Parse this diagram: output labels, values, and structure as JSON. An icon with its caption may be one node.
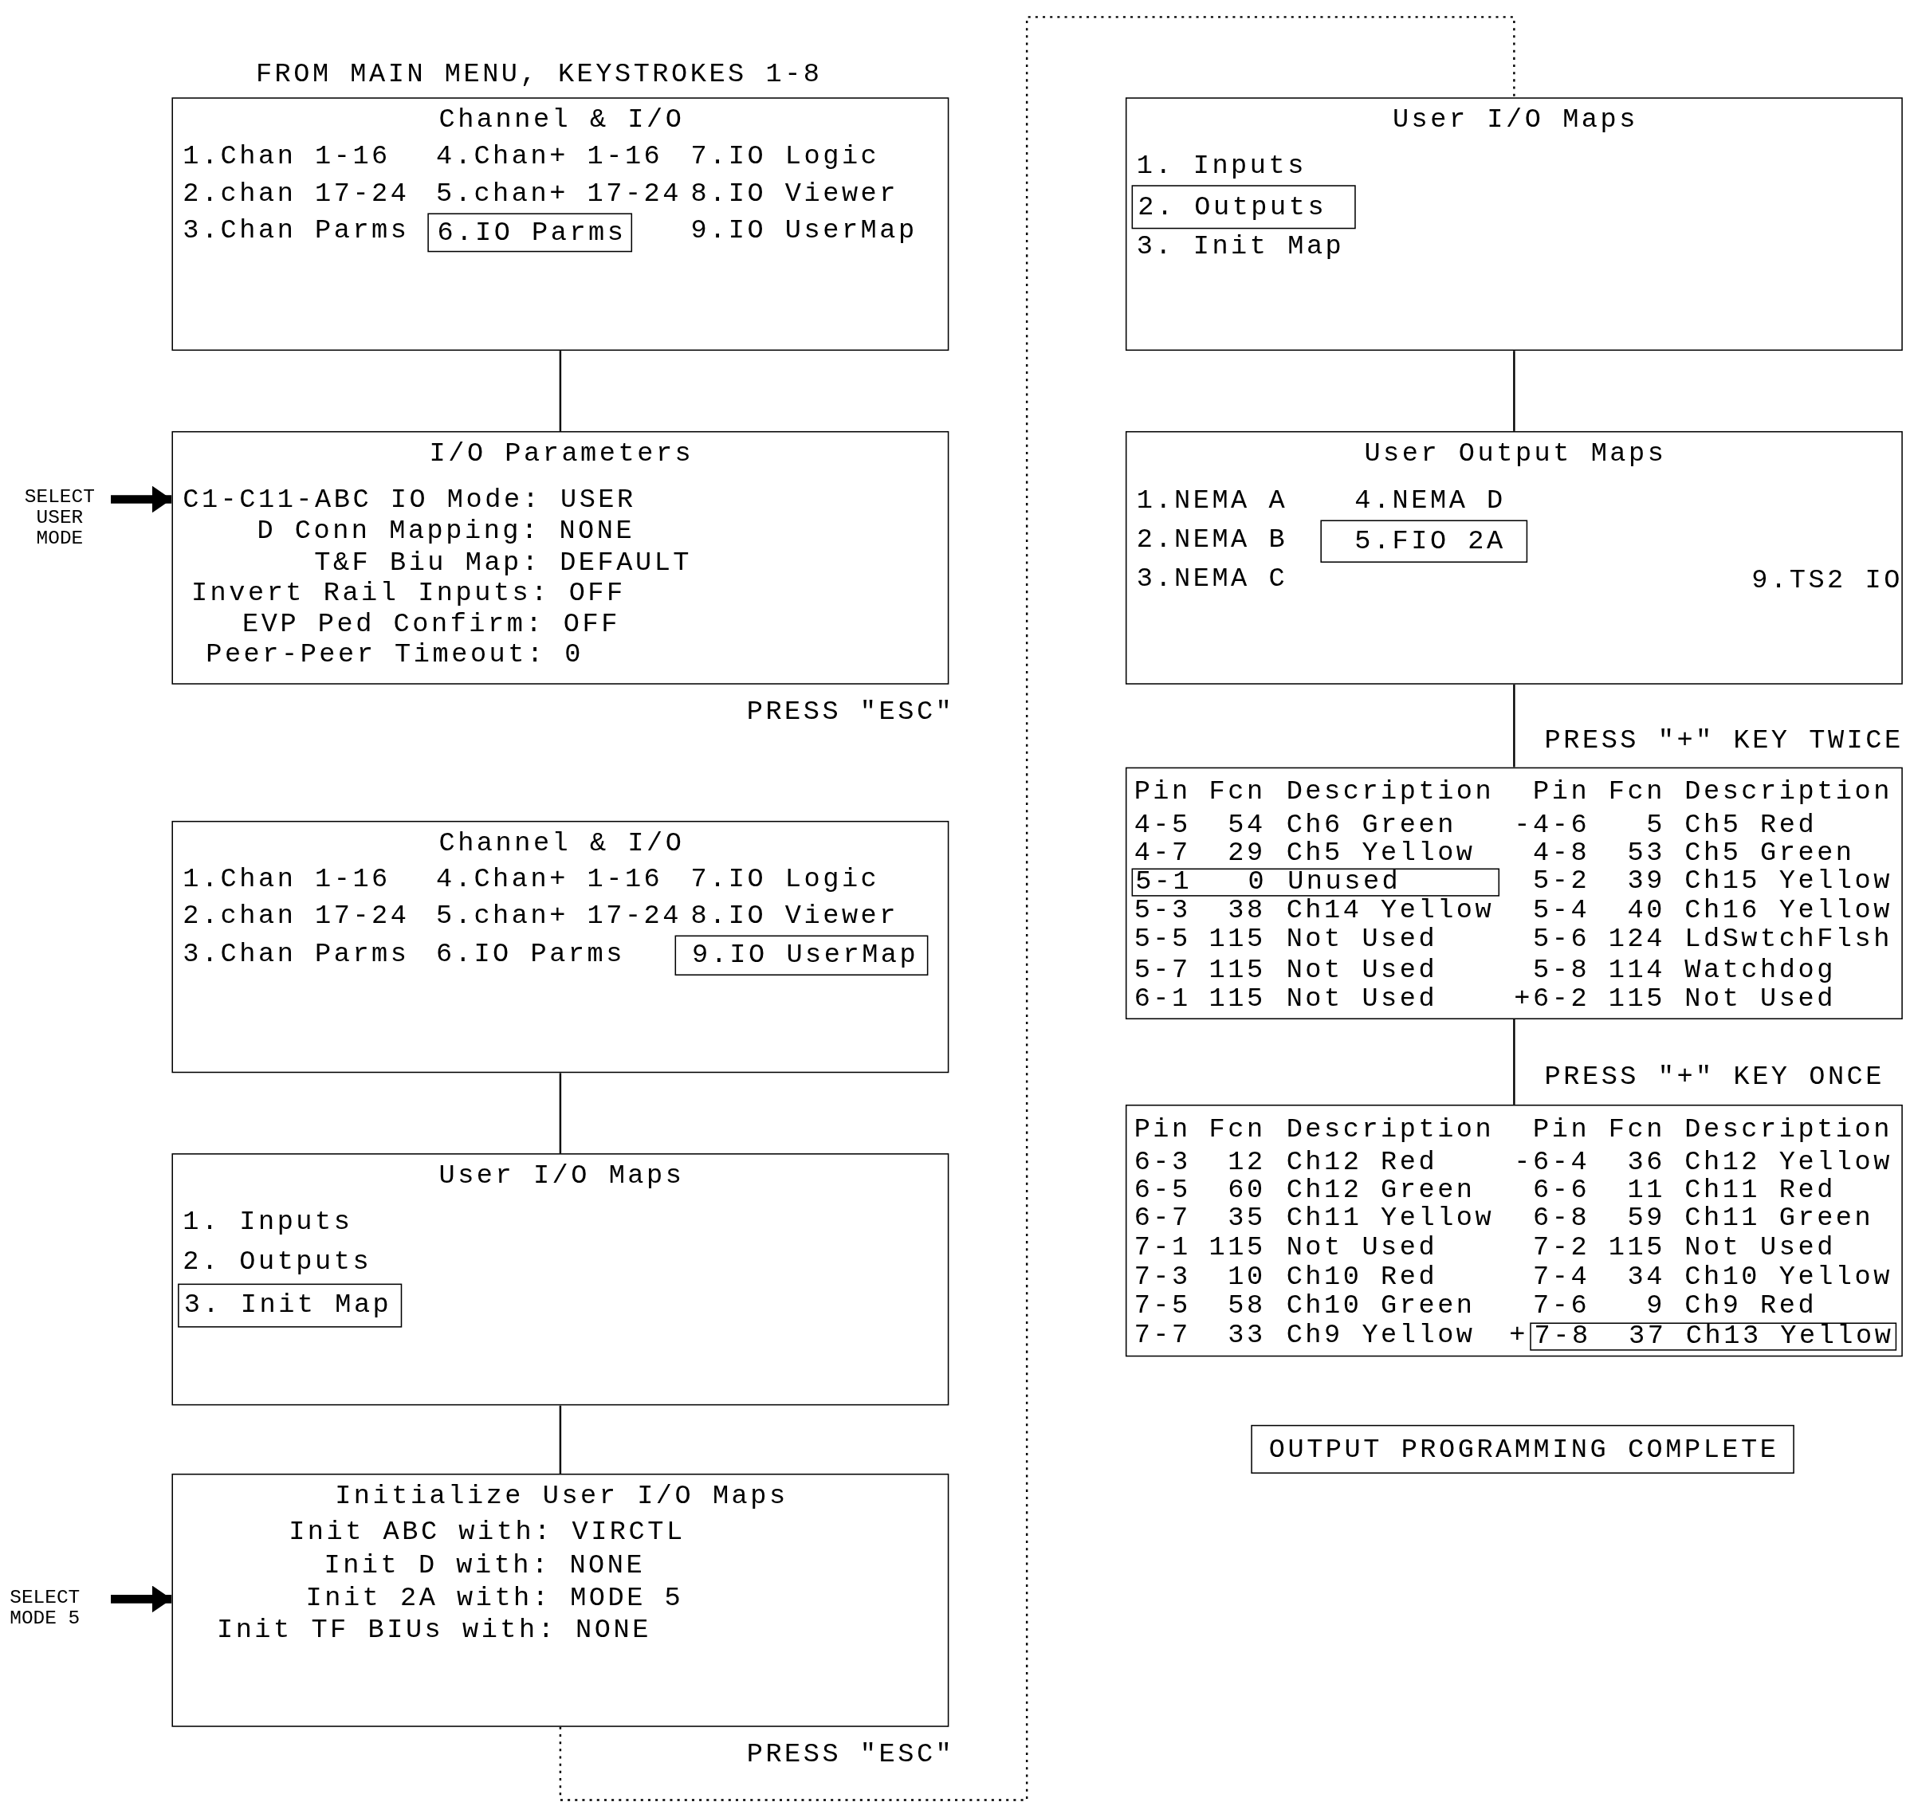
{
  "diagram": {
    "nodes": [
      {
        "text": [
          "Channel & I/O",
          "1.Chan 1-16",
          "4.Chan+ 1-16",
          "7.IO Logic",
          "2.chan 17-24",
          "5.chan+ 17-24",
          "8.IO Viewer",
          "3.Chan Parms",
          "9.IO UserMap"
        ]
      },
      {
        "text": [
          "6.IO Parms"
        ],
        "in": 0
      },
      {
        "text": [
          "SELECT USER MODE"
        ]
      },
      {
        "text": [
          "I/O Parameters",
          "C1-C11-ABC IO Mode: USER",
          "D Conn Mapping: NONE",
          "T&F Biu Map: DEFAULT",
          "Invert Rail Inputs: OFF",
          "EVP Ped Confirm: OFF",
          "Peer-Peer Timeout: 0"
        ],
        "beside": [
          "PRESS \"ESC\""
        ]
      },
      {
        "text": [
          "Channel & I/O",
          "1.Chan 1-16",
          "4.Chan+ 1-16",
          "7.IO Logic",
          "2.chan 17-24",
          "5.chan+ 17-24",
          "8.IO Viewer",
          "3.Chan Parms",
          "6.IO Parms"
        ]
      },
      {
        "text": [
          "9.IO UserMap"
        ],
        "in": 4
      },
      {
        "text": [
          "User I/O Maps",
          "1. Inputs",
          "2. Outputs"
        ]
      },
      {
        "text": [
          "3. Init Map"
        ],
        "in": 6
      },
      {
        "text": [
          "SELECT MODE 5"
        ]
      },
      {
        "text": [
          "Initialize User I/O Maps",
          "Init ABC with: VIRCTL",
          "Init D with: NONE",
          "Init 2A with: MODE 5",
          "Init TF BIUs with: NONE"
        ],
        "beside": [
          "PRESS \"ESC\""
        ]
      },
      {
        "text": [
          "User I/O Maps",
          "1. Inputs",
          "3. Init Map"
        ]
      },
      {
        "text": [
          "2. Outputs"
        ],
        "in": 10
      },
      {
        "text": [
          "User Output Maps",
          "1.NEMA A",
          "4.NEMA D",
          "2.NEMA B",
          "3.NEMA C",
          "9.TS2 IO"
        ]
      },
      {
        "text": [
          "5.FIO 2A"
        ],
        "in": 12
      },
      {
        "text": [
          "Pin",
          "Fcn",
          "Description",
          "Pin",
          "Fcn",
          "Description",
          "4-5",
          "54",
          "Ch6 Green",
          "-4-6",
          "5",
          "Ch5 Red",
          "4-7",
          "29",
          "Ch5 Yellow",
          "4-8",
          "53",
          "Ch5 Green",
          "5-2",
          "39",
          "Ch15 Yellow",
          "5-3",
          "38",
          "Ch14 Yellow",
          "5-4",
          "40",
          "Ch16 Yellow",
          "5-5",
          "115",
          "Not Used",
          "5-6",
          "124",
          "LdSwtchFlsh",
          "5-7",
          "115",
          "Not Used",
          "5-8",
          "114",
          "Watchdog",
          "6-1",
          "115",
          "Not Used",
          "+6-2",
          "115",
          "Not Used"
        ]
      },
      {
        "text": [
          "5-1",
          "0",
          "Unused"
        ],
        "in": 14
      },
      {
        "text": [
          "Pin",
          "Fcn",
          "Description",
          "Pin",
          "Fcn",
          "Description",
          "6-3",
          "12",
          "Ch12 Red",
          "-6-4",
          "36",
          "Ch12 Yellow",
          "6-5",
          "60",
          "Ch12 Green",
          "6-6",
          "11",
          "Ch11 Red",
          "6-7",
          "35",
          "Ch11 Yellow",
          "6-8",
          "59",
          "Ch11 Green",
          "7-1",
          "115",
          "Not Used",
          "7-2",
          "115",
          "Not Used",
          "7-3",
          "10",
          "Ch10 Red",
          "7-4",
          "34",
          "Ch10 Yellow",
          "7-5",
          "58",
          "Ch10 Green",
          "7-6",
          "9",
          "Ch9 Red",
          "7-7",
          "33",
          "Ch9 Yellow",
          "+"
        ]
      },
      {
        "text": [
          "7-8",
          "37",
          "Ch13 Yellow"
        ],
        "in": 16
      },
      {
        "text": [
          "OUTPUT PROGRAMMING COMPLETE"
        ]
      }
    ],
    "edges": [
      {
        "from": 0,
        "to": 3,
        "arrow": "none"
      },
      {
        "from": 2,
        "to": 3,
        "arrow": "to",
        "style": "thick"
      },
      {
        "from": 4,
        "to": 6,
        "arrow": "none"
      },
      {
        "from": 6,
        "to": 9,
        "arrow": "none"
      },
      {
        "from": 8,
        "to": 9,
        "arrow": "to",
        "style": "thick"
      },
      {
        "from": 9,
        "to": 10,
        "arrow": "none",
        "style": "dashed"
      },
      {
        "from": 10,
        "to": 12,
        "arrow": "none"
      },
      {
        "from": 12,
        "to": 14,
        "arrow": "none",
        "label": "PRESS \"+\" KEY TWICE"
      },
      {
        "from": 14,
        "to": 16,
        "arrow": "none",
        "label": "PRESS \"+\" KEY ONCE"
      }
    ],
    "labels": [
      "FROM MAIN MENU, KEYSTROKES 1-8"
    ]
  }
}
